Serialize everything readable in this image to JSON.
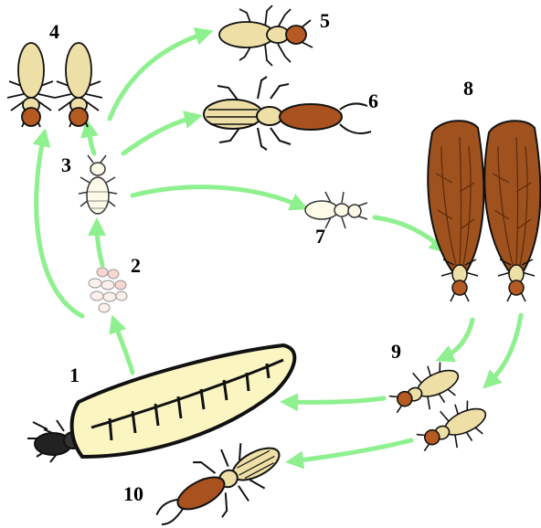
{
  "labels": {
    "l1": "1",
    "l2": "2",
    "l3": "3",
    "l4": "4",
    "l5": "5",
    "l6": "6",
    "l7": "7",
    "l8": "8",
    "l9": "9",
    "l10": "10"
  },
  "colors": {
    "arrow": "#8ef08e",
    "queen_body": "#fbf5c2",
    "worker_body": "#eedfa6",
    "soldier_head": "#a9521f",
    "alate_wing": "#a0521e",
    "egg": "#f9d6cf",
    "outline": "#111111"
  },
  "icons": {
    "queen": "queen-termite-icon",
    "eggs": "egg-cluster-icon",
    "larva": "larva-icon",
    "workers": "worker-termite-icon",
    "soldier": "soldier-termite-icon",
    "nymph": "nymph-icon",
    "alates": "winged-termite-icon",
    "dealates": "dealate-termite-icon"
  }
}
